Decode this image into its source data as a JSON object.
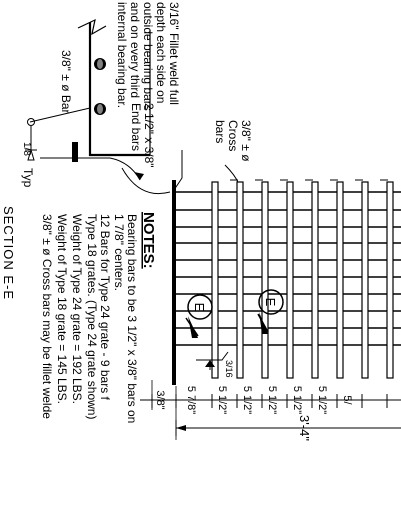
{
  "drawing": {
    "fillet_note": [
      "3/16\" Fillet weld full",
      "depth each side on",
      "outside bearing bars",
      "and on every third",
      "internal bearing bar."
    ],
    "cross_bars_label": [
      "3/8\" ± ø",
      "Cross",
      "bars"
    ],
    "end_bars_label": [
      "2 1/2\" x 3/8\"",
      "End bars"
    ],
    "bar_label": "3/8\" ± ø Bar",
    "weld_small": "1/8",
    "typ_label": "Typ",
    "weld_sym": "3/16",
    "section_label": "SECTION E-E",
    "section_marks": [
      "E",
      "E"
    ],
    "notes_title": "NOTES:",
    "notes": [
      "Bearing bars to be 3 1/2\" x 3/8\" bars on",
      "1 7/8\" centers.",
      "12 Bars for Type 24 grate - 9 bars f",
      "Type 18 grates. (Type 24 grate shown)",
      "Weight of Type 24 grate = 192 LBS.",
      "Weight of Type 18 grate = 145 LBS.",
      "3/8\" ± ø Cross bars may be fillet welde"
    ],
    "dims": [
      "3/8\"",
      "5 7/8\"",
      "5 1/2\"",
      "5 1/2\"",
      "5 1/2\"",
      "5 1/2\"",
      "5 1/2\"",
      "5/"
    ],
    "overall_dim": "3'-4\""
  }
}
